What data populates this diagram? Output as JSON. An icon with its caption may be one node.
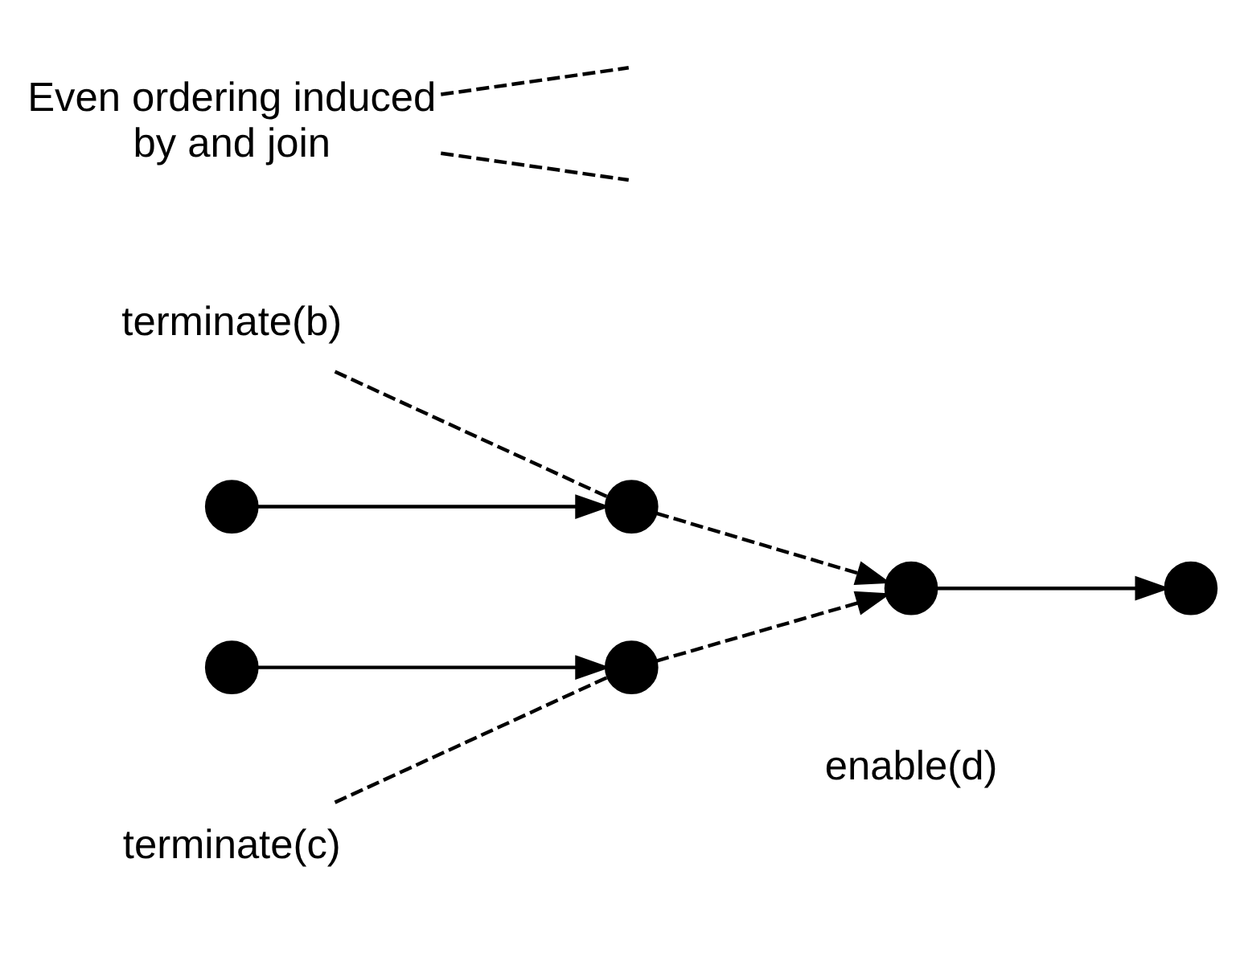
{
  "diagram": {
    "nodes": [
      {
        "text": [
          "terminate(b)"
        ]
      },
      {
        "text": [
          "Even ordering induced by and join"
        ]
      },
      {
        "text": [],
        "shape": "circle"
      },
      {
        "text": [],
        "shape": "circle"
      },
      {
        "text": [],
        "shape": "circle"
      },
      {
        "text": [],
        "shape": "circle"
      },
      {
        "text": [],
        "shape": "circle"
      },
      {
        "text": [],
        "shape": "circle"
      },
      {
        "text": [
          "terminate(c)"
        ]
      }
    ],
    "edges": [
      {
        "from": 2,
        "to": 3,
        "arrow": "to"
      },
      {
        "from": 3,
        "to": 4,
        "arrow": "to",
        "style": "dashed"
      },
      {
        "from": 6,
        "to": 7,
        "arrow": "to"
      },
      {
        "from": 7,
        "to": 4,
        "arrow": "to",
        "style": "dashed"
      },
      {
        "from": 4,
        "to": 5,
        "arrow": "to"
      },
      {
        "from": 0,
        "to": 3,
        "arrow": "none",
        "style": "dashed"
      },
      {
        "from": 8,
        "to": 7,
        "arrow": "none",
        "style": "dashed"
      },
      {
        "from": 1,
        "to": null,
        "arrow": "none",
        "style": "dashed"
      },
      {
        "from": 1,
        "to": null,
        "arrow": "none",
        "style": "dashed"
      }
    ],
    "labels": [
      "enable(d)"
    ]
  }
}
